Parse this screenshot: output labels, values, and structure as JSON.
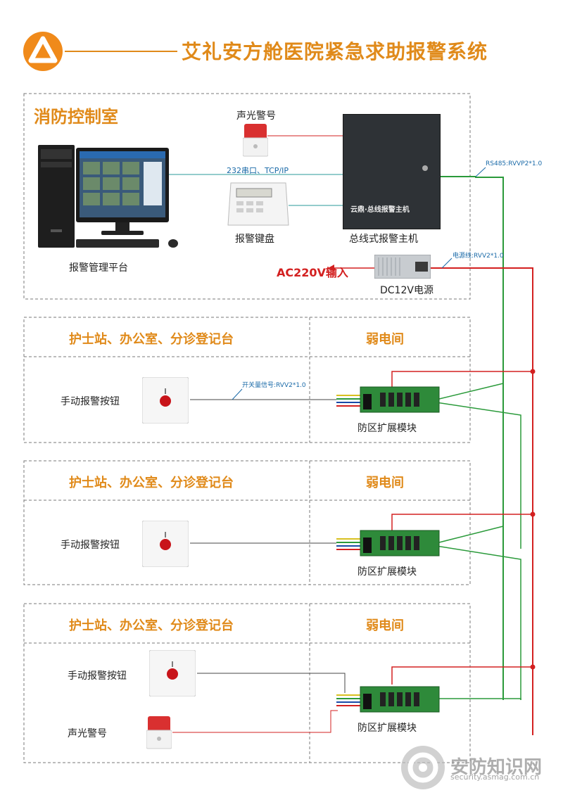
{
  "title": "艾礼安方舱医院紧急求助报警系统",
  "control_room": {
    "title": "消防控制室",
    "alarm_light_label": "声光警号",
    "link_label": "232串口、TCP/IP",
    "keypad_label": "报警键盘",
    "host_label": "总线式报警主机",
    "host_brand": "云鼎·总线报警主机",
    "platform_label": "报警管理平台",
    "ac_input_label": "AC220V输入",
    "power_label": "DC12V电源",
    "rs485_label": "RS485:RVVP2*1.0",
    "power_line_label": "电源线:RVV2*1.0"
  },
  "zones": [
    {
      "left_header": "护士站、办公室、分诊登记台",
      "right_header": "弱电间",
      "button_label": "手动报警按钮",
      "signal_label": "开关量信号:RVV2*1.0",
      "module_label": "防区扩展模块"
    },
    {
      "left_header": "护士站、办公室、分诊登记台",
      "right_header": "弱电间",
      "button_label": "手动报警按钮",
      "module_label": "防区扩展模块"
    },
    {
      "left_header": "护士站、办公室、分诊登记台",
      "right_header": "弱电间",
      "button_label": "手动报警按钮",
      "alarm_light_label": "声光警号",
      "module_label": "防区扩展模块"
    }
  ],
  "watermark": {
    "text": "安防知识网",
    "url": "security.asmag.com.cn"
  },
  "colors": {
    "accent": "#e08a1a",
    "red_wire": "#d32020",
    "green_wire": "#2a9a3a",
    "blue_label": "#1a6aa8"
  }
}
